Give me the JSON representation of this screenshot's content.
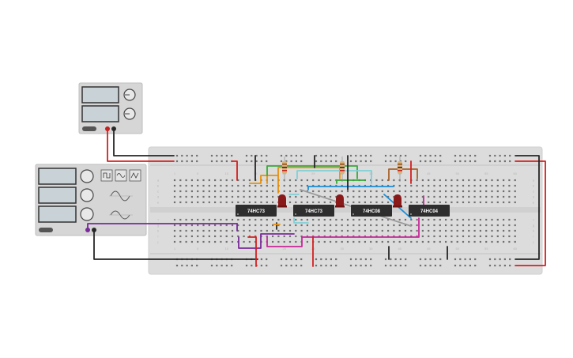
{
  "chips": [
    {
      "label": "74HC73"
    },
    {
      "label": "74HC73"
    },
    {
      "label": "74HC08"
    },
    {
      "label": "74HC04"
    }
  ],
  "breadboard": {
    "column_numbers": [
      "1",
      "5",
      "10",
      "15",
      "20",
      "25",
      "30",
      "35",
      "40",
      "45",
      "50",
      "55",
      "60"
    ],
    "row_letters_top": [
      "a",
      "b",
      "c",
      "d",
      "e"
    ],
    "row_letters_bottom": [
      "f",
      "g",
      "h",
      "i",
      "j"
    ]
  },
  "colors": {
    "wire_red": "#d42020",
    "wire_black": "#262626",
    "wire_orange": "#e8900c",
    "wire_green": "#3aa83a",
    "wire_cyan": "#7fd0d8",
    "wire_blue": "#1c8ed6",
    "wire_purple": "#7a2a9a",
    "wire_magenta": "#c8289a",
    "wire_brown": "#a8622a",
    "wire_gray": "#9a9a9a",
    "led_red": "#8a1a1a",
    "chip_body": "#2e2e2e",
    "breadboard": "#dcdcdc"
  }
}
